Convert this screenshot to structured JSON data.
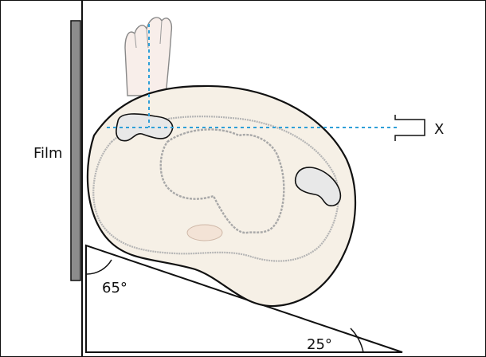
{
  "labels": {
    "film": "Film",
    "x_marker": "X",
    "upper_angle": "65°",
    "lower_angle": "25°"
  },
  "colors": {
    "outline": "#111111",
    "film_plate": "#8c8c8c",
    "skin": "#f6f0e6",
    "foot": "#f8eeea",
    "bone_outline": "#a8a8a8",
    "bone_fill": "#e8e8e8",
    "beam_line": "#2e9fd8"
  }
}
